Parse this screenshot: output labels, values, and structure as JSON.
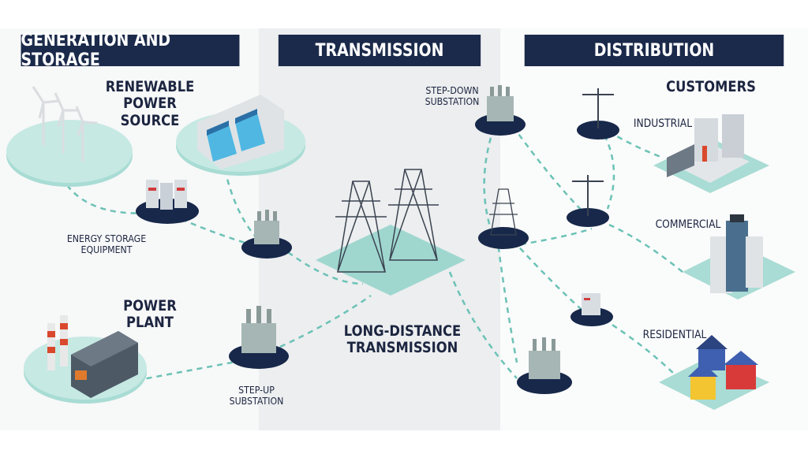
{
  "sections": [
    {
      "title": "GENERATION AND STORAGE"
    },
    {
      "title": "TRANSMISSION"
    },
    {
      "title": "DISTRIBUTION"
    }
  ],
  "labels": {
    "renewable": "RENEWABLE POWER\nSOURCE",
    "energy_storage": "ENERGY STORAGE\nEQUIPMENT",
    "power_plant": "POWER PLANT",
    "step_up": "STEP-UP\nSUBSTATION",
    "long_distance": "LONG-DISTANCE\nTRANSMISSION",
    "step_down": "STEP-DOWN\nSUBSTATION",
    "customers": "CUSTOMERS",
    "industrial": "INDUSTRIAL",
    "commercial": "COMMERCIAL",
    "residential": "RESIDENTIAL"
  },
  "colors": {
    "header_bg": "#1b2a4a",
    "platform": "#a8dcd4",
    "node": "#17284a",
    "dashed_line": "#6cc2b6",
    "transmission_band": "#eceeef",
    "left_band": "#f7f8f8"
  }
}
